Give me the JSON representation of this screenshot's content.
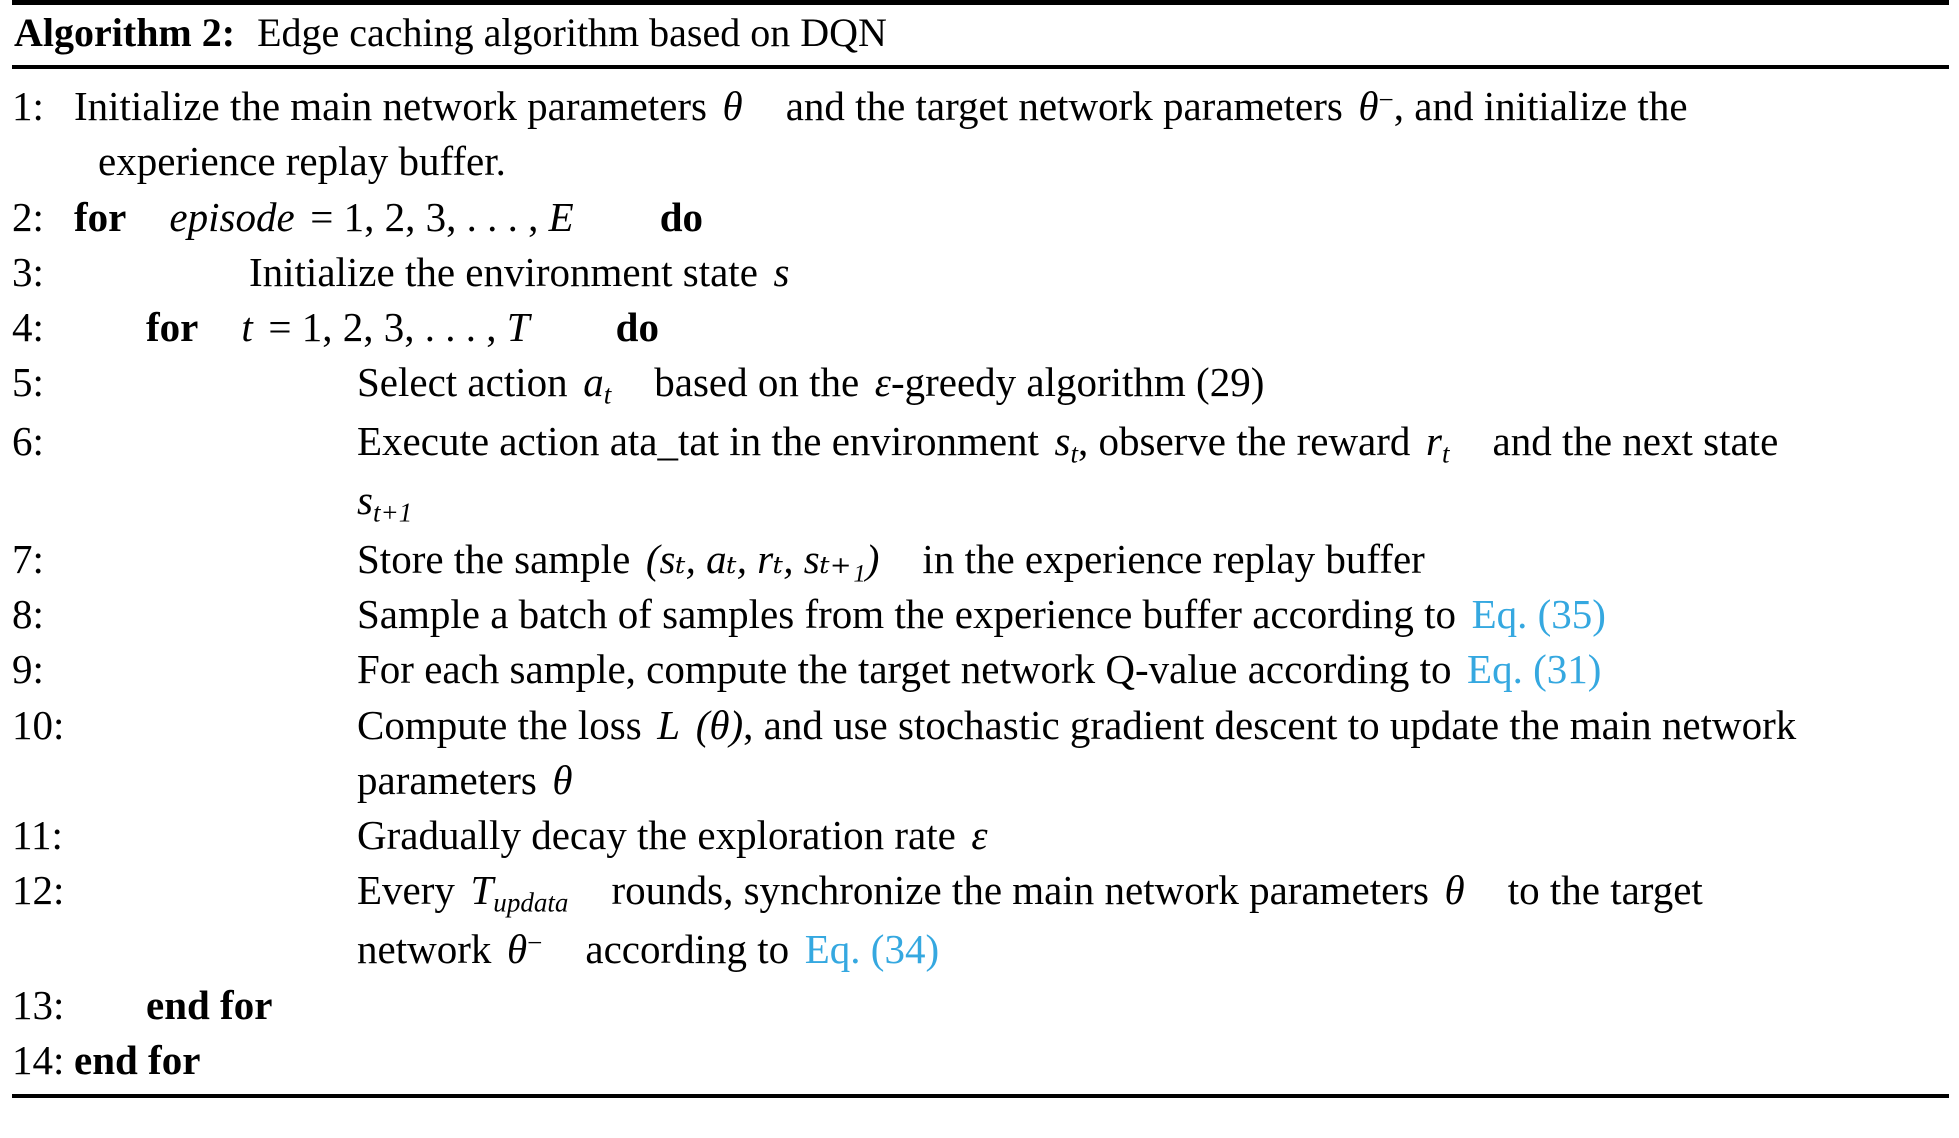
{
  "caption": {
    "label": "Algorithm 2:",
    "title": "Edge caching algorithm based on DQN"
  },
  "colors": {
    "eq_ref_blue": "#35a8e0",
    "text": "#000000",
    "background": "#ffffff",
    "rule": "#000000"
  },
  "lines": [
    {
      "number": "1:",
      "indent": 0,
      "text": "Initialize the main network parameters θ  and the target network parameters θ⁻, and initialize the",
      "segments": {
        "a": "Initialize the main network parameters",
        "theta": "θ",
        "b": "and the target network parameters",
        "theta_minus_base": "θ",
        "theta_minus_sup": "−",
        "c": ", and initialize the"
      },
      "continuation": "experience replay buffer."
    },
    {
      "number": "2:",
      "indent": 0,
      "keyword_for": "for",
      "var": "episode",
      "range": "= 1, 2, 3, . . . , ",
      "limit": "E",
      "keyword_do": "do"
    },
    {
      "number": "3:",
      "indent": 2,
      "text_a": "Initialize the environment state",
      "var": "s"
    },
    {
      "number": "4:",
      "indent": 1,
      "keyword_for": "for",
      "var": "t",
      "range": "= 1, 2, 3, . . . , ",
      "limit": "T",
      "keyword_do": "do"
    },
    {
      "number": "5:",
      "indent": 3,
      "text_a": "Select action",
      "var_base": "a",
      "var_sub": "t",
      "text_b": "based on the",
      "epsilon": "ε",
      "text_c": "-greedy algorithm (29)"
    },
    {
      "number": "6:",
      "indent": 3,
      "text_a": "Execute action ata_tat  in the environment",
      "s_base": "s",
      "s_sub": "t",
      "text_b": ", observe the reward",
      "r_base": "r",
      "r_sub": "t",
      "text_c": "and the next state",
      "continuation_base": "s",
      "continuation_sub": "t+1"
    },
    {
      "number": "7:",
      "indent": 3,
      "text_a": "Store the sample",
      "tuple": "(sₜ, aₜ, rₜ, sₜ₊₁)",
      "text_b": "in the experience replay buffer"
    },
    {
      "number": "8:",
      "indent": 3,
      "text_a": "Sample a batch of samples from the experience buffer according to",
      "eqref": "Eq. (35)"
    },
    {
      "number": "9:",
      "indent": 3,
      "text_a": "For each sample, compute the target network Q-value according to",
      "eqref": "Eq. (31)"
    },
    {
      "number": "10:",
      "indent": 3,
      "text_a": "Compute the loss",
      "loss_L": "L",
      "loss_arg": "(θ)",
      "text_b": ", and use stochastic gradient descent to update the main network",
      "continuation_a": "parameters",
      "continuation_theta": "θ"
    },
    {
      "number": "11:",
      "indent": 3,
      "text_a": "Gradually decay the exploration rate",
      "epsilon": "ε"
    },
    {
      "number": "12:",
      "indent": 3,
      "text_a": "Every",
      "T_base": "T",
      "T_sub": "updata",
      "text_b": "rounds, synchronize the main network parameters",
      "theta": "θ",
      "text_c": "to the target",
      "continuation_a": "network",
      "continuation_theta_base": "θ",
      "continuation_theta_sup": "−",
      "continuation_b": "according to",
      "continuation_eqref": "Eq. (34)"
    },
    {
      "number": "13:",
      "indent": 1,
      "keyword": "end for"
    },
    {
      "number": "14:",
      "indent": 0,
      "keyword": "end for"
    }
  ]
}
